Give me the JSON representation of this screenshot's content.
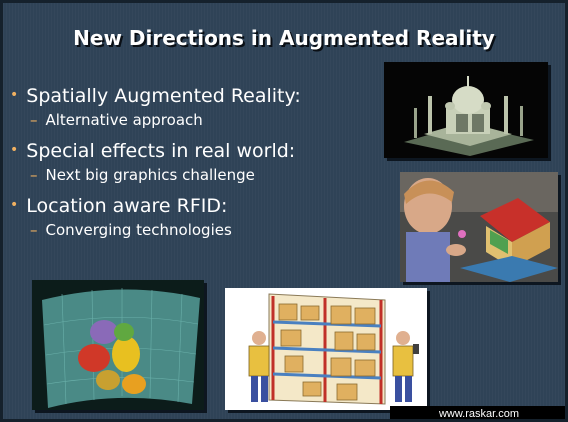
{
  "title": "New Directions in Augmented Reality",
  "bullets": [
    {
      "text": "Spatially Augmented Reality:",
      "sub": "Alternative approach"
    },
    {
      "text": "Special effects in real world:",
      "sub": "Next big graphics challenge"
    },
    {
      "text": "Location aware RFID:",
      "sub": "Converging technologies"
    }
  ],
  "bullet_glyph": "•",
  "sub_glyph": "–",
  "footer": "www.raskar.com",
  "colors": {
    "background": "#2f4357",
    "accent": "#f0b060",
    "text": "#ffffff"
  }
}
